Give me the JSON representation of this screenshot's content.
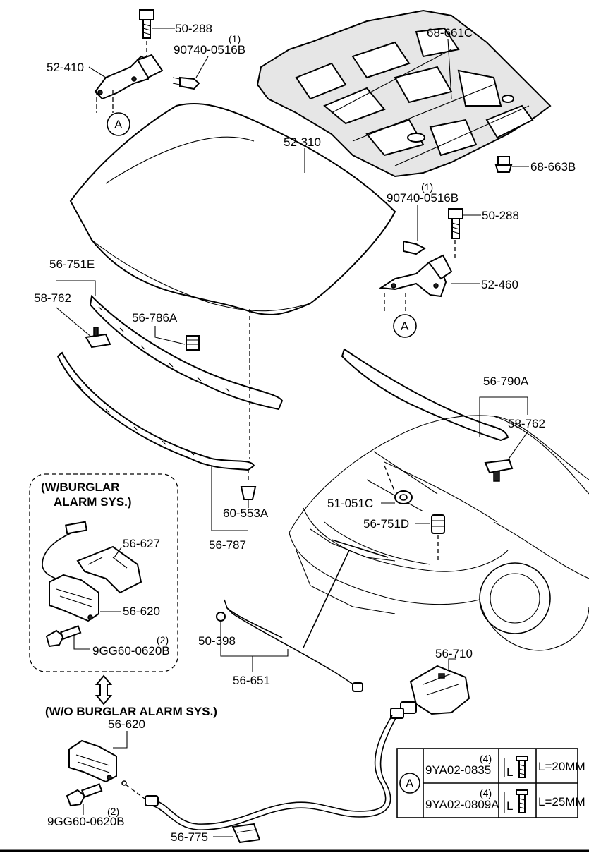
{
  "labels": {
    "p50_288_top": "50-288",
    "p90740_top": "90740-0516B",
    "p90740_top_qty": "(1)",
    "p52_410": "52-410",
    "circle_a_top": "A",
    "p68_661c": "68-661C",
    "p52_310": "52-310",
    "p68_663b": "68-663B",
    "p90740_mid": "90740-0516B",
    "p90740_mid_qty": "(1)",
    "p50_288_mid": "50-288",
    "p52_460": "52-460",
    "circle_a_mid": "A",
    "p56_751e": "56-751E",
    "p58_762_left": "58-762",
    "p56_786a": "56-786A",
    "p56_790a": "56-790A",
    "p58_762_right": "58-762",
    "burglar_note": "(W/BURGLAR",
    "burglar_note2": "ALARM SYS.)",
    "p56_627": "56-627",
    "p56_620_top": "56-620",
    "p9gg_top": "9GG60-0620B",
    "p9gg_top_qty": "(2)",
    "p60_553a": "60-553A",
    "p56_787": "56-787",
    "p51_051c": "51-051C",
    "p56_751d": "56-751D",
    "wo_note": "(W/O BURGLAR ALARM SYS.)",
    "p56_620_bottom": "56-620",
    "p9gg_bottom": "9GG60-0620B",
    "p9gg_bottom_qty": "(2)",
    "p50_398": "50-398",
    "p56_651": "56-651",
    "p56_710": "56-710",
    "p56_775": "56-775"
  },
  "bolt_table": {
    "key": "A",
    "rows": [
      {
        "part": "9YA02-0835",
        "qty": "(4)",
        "icon_label": "L",
        "length": "L=20MM"
      },
      {
        "part": "9YA02-0809A",
        "qty": "(4)",
        "icon_label": "L",
        "length": "L=25MM"
      }
    ]
  },
  "icons": [
    "bolt-icon",
    "screw-icon",
    "clip-icon",
    "hinge-icon",
    "latch-icon",
    "cable-icon",
    "hood-panel-icon"
  ]
}
